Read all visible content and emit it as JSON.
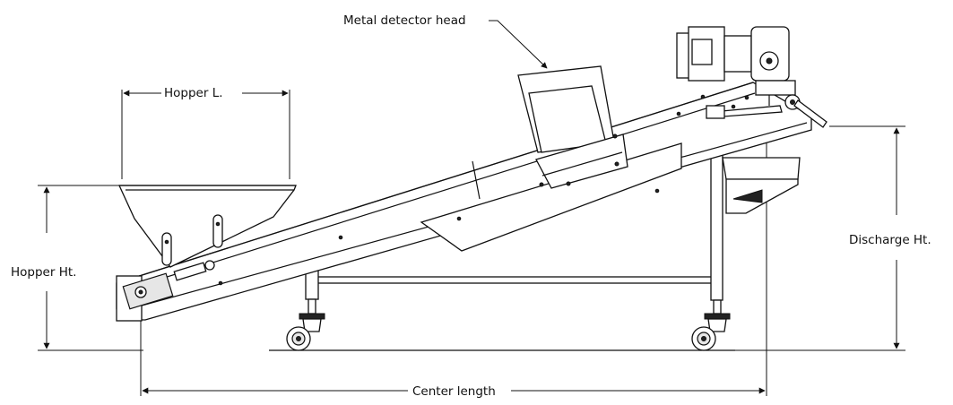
{
  "labels": {
    "metal_detector": "Metal detector head",
    "hopper_length": "Hopper L.",
    "hopper_height": "Hopper Ht.",
    "discharge_height": "Discharge Ht.",
    "center_length": "Center length"
  }
}
